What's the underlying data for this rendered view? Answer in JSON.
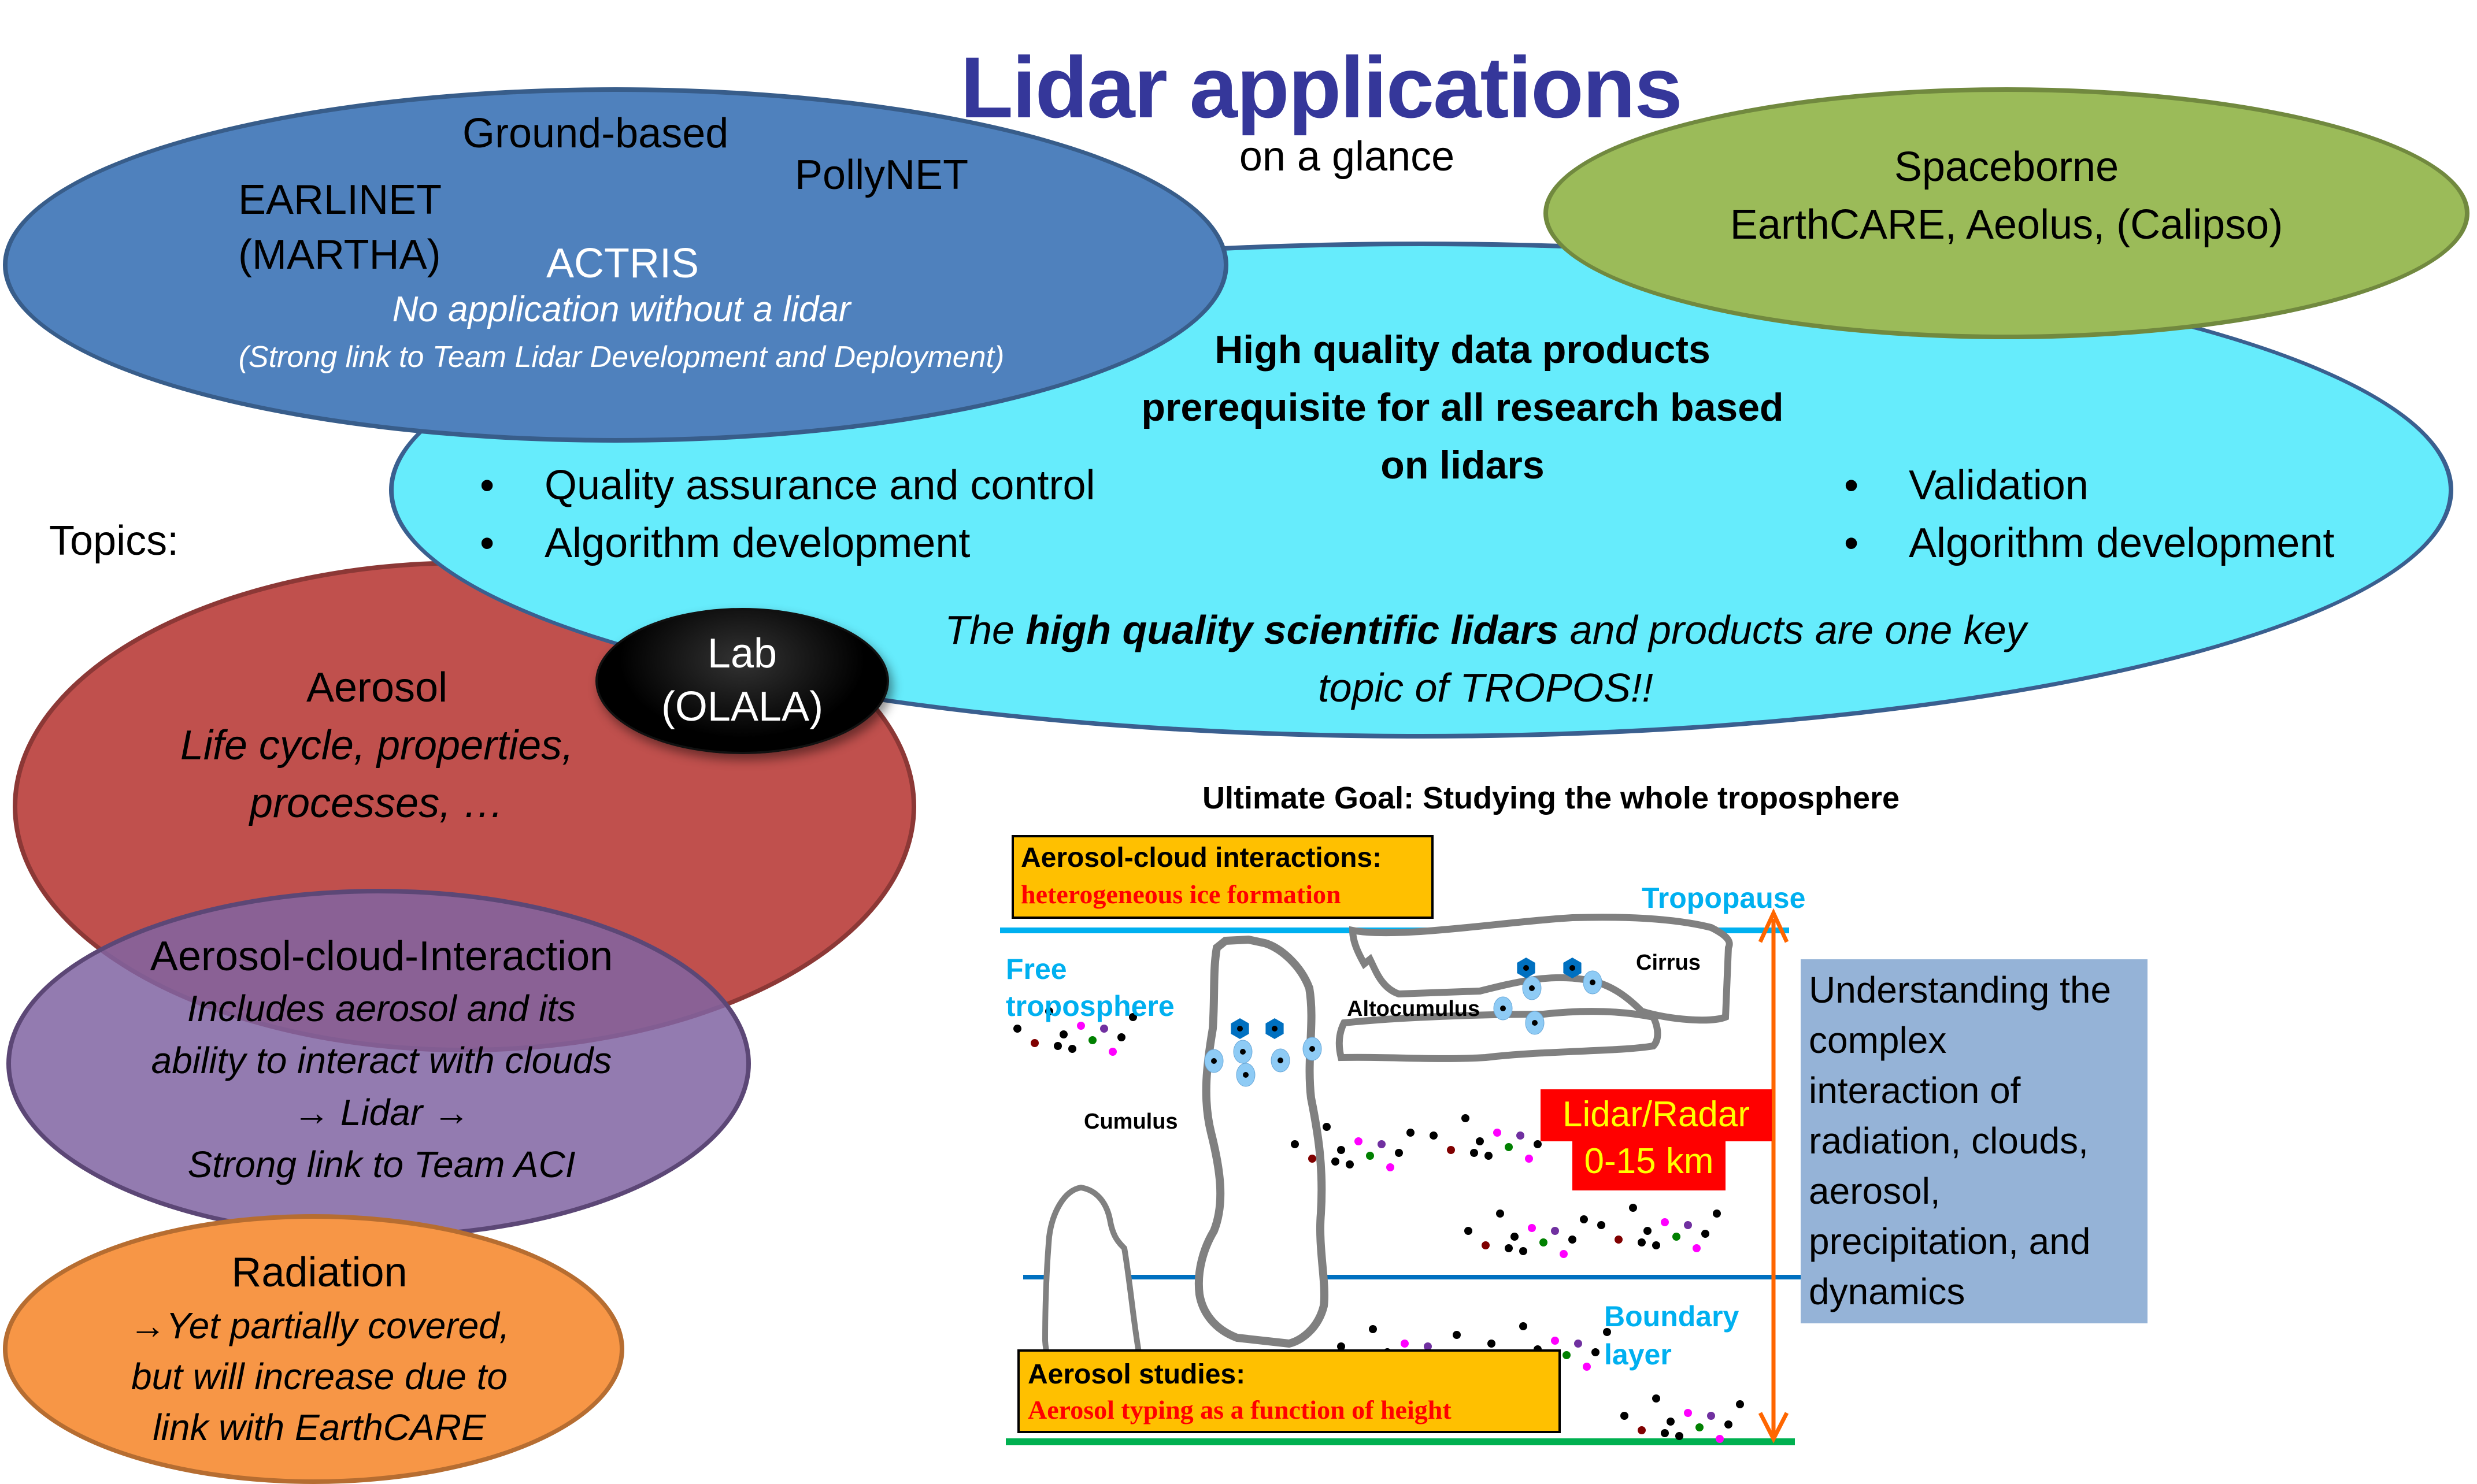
{
  "header": {
    "title": "Lidar applications",
    "subtitle": "on a glance"
  },
  "ground_based": {
    "heading": "Ground-based",
    "items": [
      "EARLINET",
      "(MARTHA)",
      "PollyNET",
      "ACTRIS"
    ],
    "note": "No application without a lidar",
    "link": "(Strong link to Team Lidar Development and Deployment)"
  },
  "spaceborne": {
    "heading": "Spaceborne",
    "missions": "EarthCARE, Aeolus, (Calipso)"
  },
  "data_products": {
    "heading_lines": [
      "High quality data products",
      "prerequisite for all research based",
      "on lidars"
    ],
    "left_bullets": [
      "Quality assurance and control",
      "Algorithm development"
    ],
    "right_bullets": [
      "Validation",
      "Algorithm development"
    ],
    "statement_prefix": "The ",
    "statement_bold": "high quality scientific lidars",
    "statement_suffix": " and products are one key",
    "statement_line2": "topic of TROPOS!!",
    "bullet_glyph": "•"
  },
  "topics_label": "Topics:",
  "lab": {
    "line1": "Lab",
    "line2": "(OLALA)"
  },
  "topics": {
    "aerosol": {
      "title": "Aerosol",
      "lines": [
        "Life cycle, properties,",
        "processes, …"
      ]
    },
    "aci": {
      "title": "Aerosol-cloud-Interaction",
      "lines": [
        "Includes aerosol and its",
        "ability to interact with clouds",
        "→  Lidar →",
        "Strong link to Team ACI"
      ]
    },
    "radiation": {
      "title": "Radiation",
      "lines": [
        "→Yet partially covered,",
        "but will increase due to",
        "link with EarthCARE"
      ]
    }
  },
  "troposphere_diagram": {
    "title": "Ultimate Goal: Studying the whole troposphere",
    "aci_box": {
      "title": "Aerosol-cloud interactions:",
      "subtitle": "heterogeneous ice formation"
    },
    "aerosol_box": {
      "title": "Aerosol studies:",
      "subtitle": "Aerosol typing as a function of height"
    },
    "labels": {
      "tropopause": "Tropopause",
      "free_troposphere_1": "Free",
      "free_troposphere_2": "troposphere",
      "boundary_layer_1": "Boundary",
      "boundary_layer_2": "layer",
      "cirrus": "Cirrus",
      "altocumulus": "Altocumulus",
      "cumulus": "Cumulus"
    },
    "range_box": {
      "line1": "Lidar/Radar",
      "line2": "0-15 km"
    },
    "understanding_lines": [
      "Understanding the",
      "complex",
      "interaction of",
      "radiation, clouds,",
      "aerosol,",
      "precipitation, and",
      "dynamics"
    ],
    "colors": {
      "tropopause_line": "#00b0f0",
      "boundary_line": "#0070c0",
      "ground_line": "#00b050",
      "range_arrow": "#ff6600",
      "box_fill": "#ffc000",
      "understanding_fill": "#95b3d7"
    }
  },
  "colors": {
    "title": "#35379a",
    "ground_based": "#4f81bd",
    "data_products": "#66ecfc",
    "spaceborne": "#9bbb59",
    "aerosol": "#c0504d",
    "aci": "#8064a2",
    "radiation": "#f79646",
    "lab": "#000000"
  }
}
